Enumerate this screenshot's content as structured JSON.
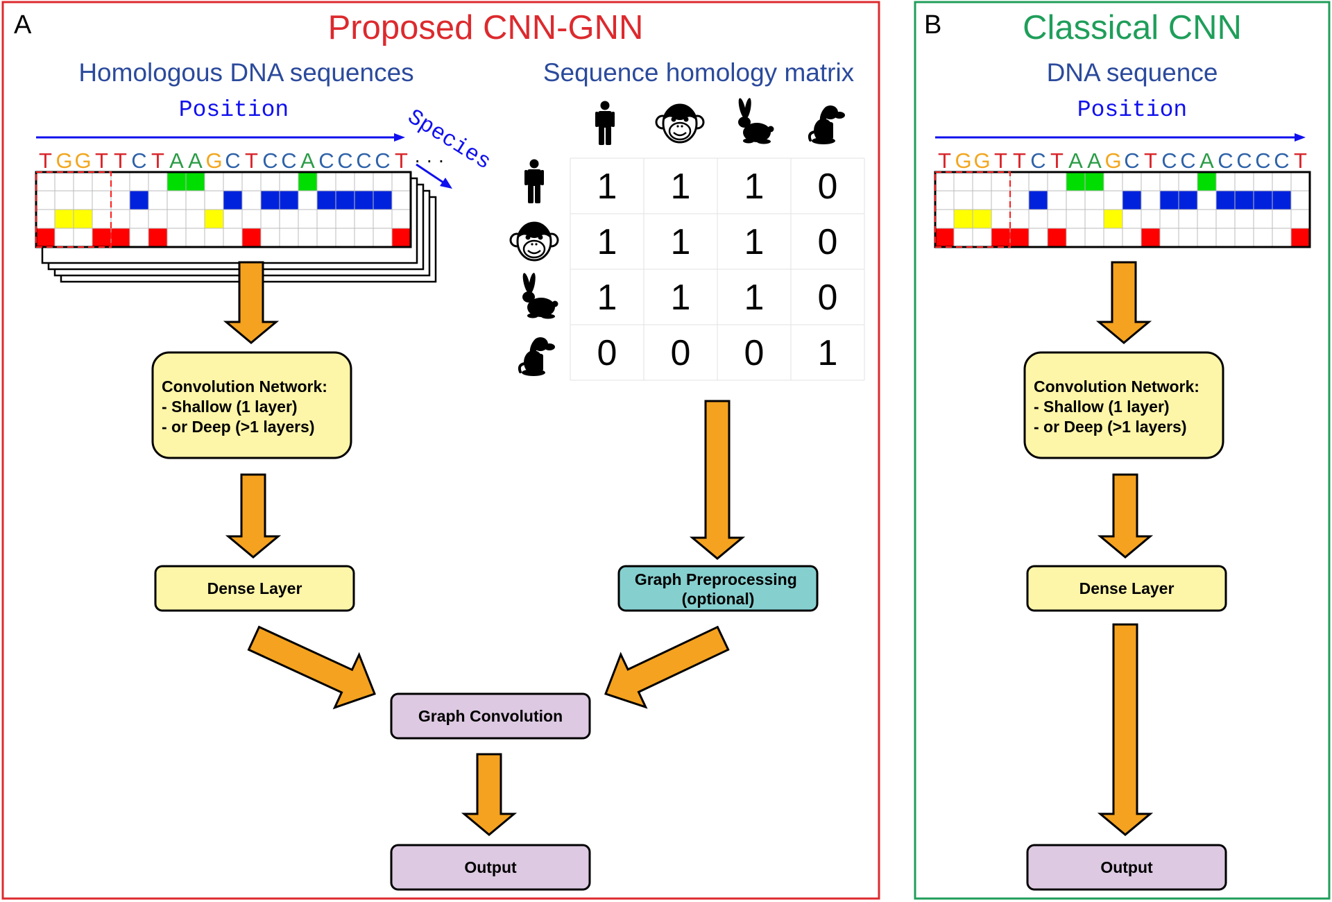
{
  "panel_a": {
    "letter": "A",
    "title": "Proposed CNN-GNN",
    "border_color": "#dc2a2e",
    "seq_title": "Homologous DNA sequences",
    "position_label": "Position",
    "species_label": "Species",
    "ellipsis": "· · ·",
    "matrix_title": "Sequence homology matrix",
    "matrix": [
      [
        1,
        1,
        1,
        0
      ],
      [
        1,
        1,
        1,
        0
      ],
      [
        1,
        1,
        1,
        0
      ],
      [
        0,
        0,
        0,
        1
      ]
    ],
    "species_icons": [
      "human-icon",
      "monkey-icon",
      "rabbit-icon",
      "dog-icon"
    ],
    "conv_lines": [
      "Convolution Network:",
      "- Shallow (1 layer)",
      "- or Deep (>1 layers)"
    ],
    "dense_label": "Dense Layer",
    "graph_pre_lines": [
      "Graph Preprocessing",
      "(optional)"
    ],
    "graph_conv_label": "Graph Convolution",
    "output_label": "Output"
  },
  "panel_b": {
    "letter": "B",
    "title": "Classical CNN",
    "border_color": "#1f9e5a",
    "seq_title": "DNA sequence",
    "position_label": "Position",
    "conv_lines": [
      "Convolution Network:",
      "- Shallow (1 layer)",
      "- or Deep (>1 layers)"
    ],
    "dense_label": "Dense Layer",
    "output_label": "Output"
  },
  "sequence": "TGGTTCTAAGCTCCACCCCT",
  "one_hot_rows": [
    "A",
    "C",
    "G",
    "T"
  ],
  "colors": {
    "title_blue": "#2b4a9c",
    "position_blue": "#1010ee",
    "arrow_orange": "#f4a21f",
    "box_yellow": "#fdf5a8",
    "box_teal": "#86cfcf",
    "box_purple": "#ddc9e2",
    "base_A": "#2a9b45",
    "base_C": "#2e62a8",
    "base_G": "#f2a61e",
    "base_T": "#d9262b",
    "cell_A": "#00dd00",
    "cell_C": "#0022dd",
    "cell_G": "#ffff00",
    "cell_T": "#ff0000"
  }
}
